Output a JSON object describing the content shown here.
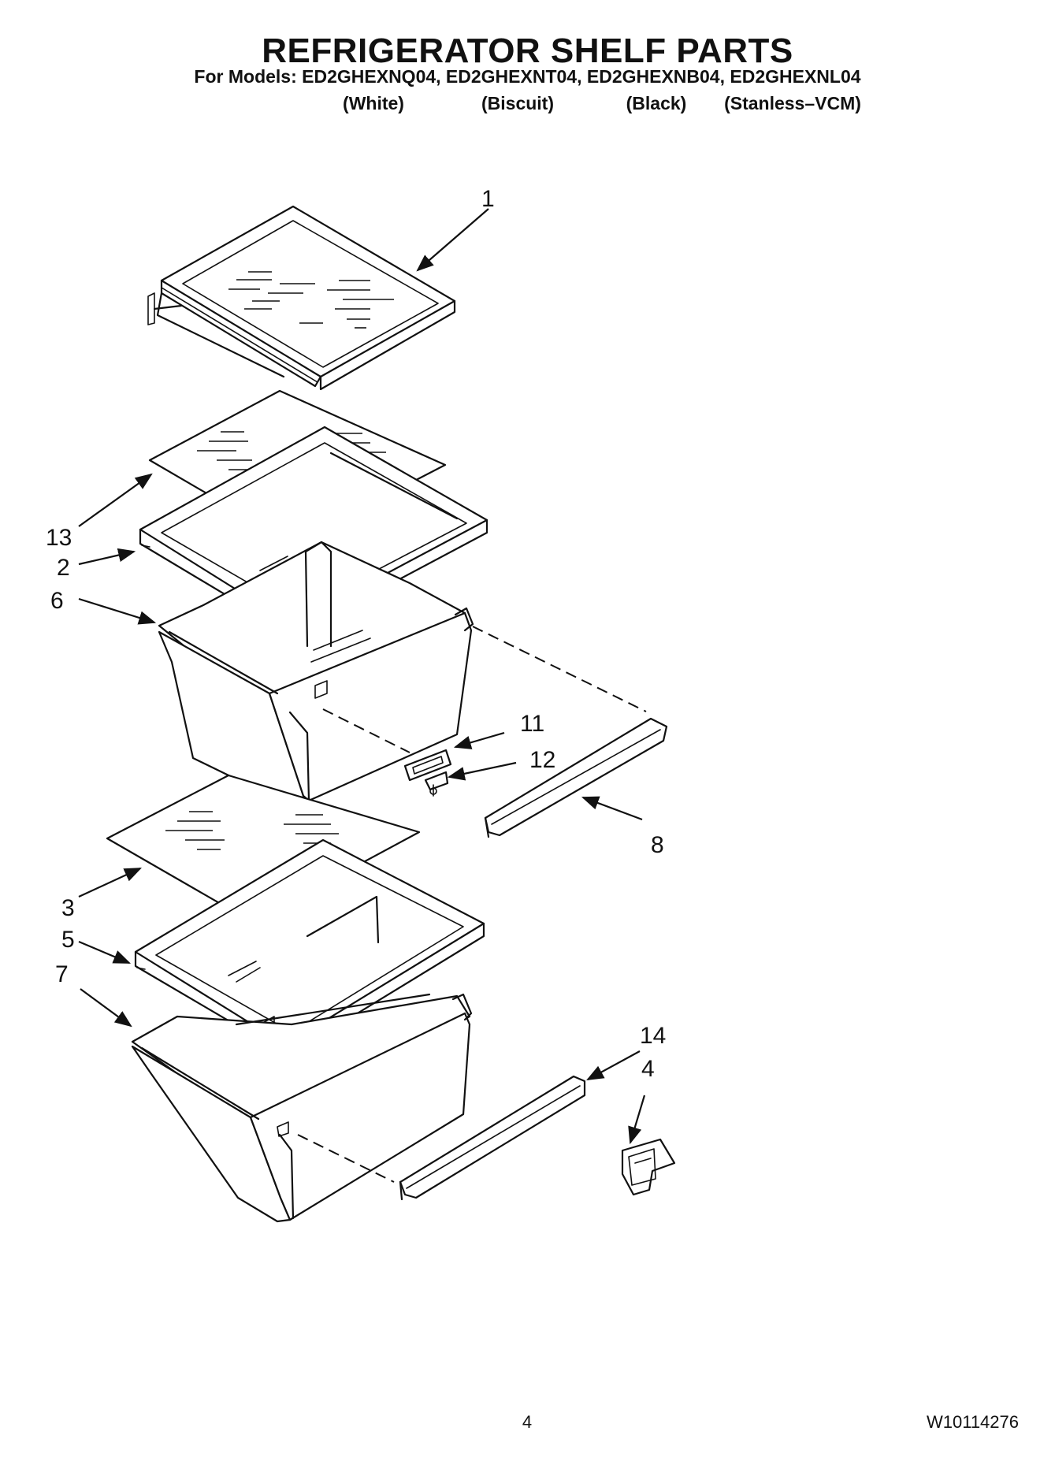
{
  "title": "REFRIGERATOR SHELF PARTS",
  "models_line": "For Models: ED2GHEXNQ04, ED2GHEXNT04, ED2GHEXNB04, ED2GHEXNL04",
  "colors": [
    "(White)",
    "(Biscuit)",
    "(Black)",
    "(Stanless–VCM)"
  ],
  "callouts": {
    "c1": "1",
    "c13": "13",
    "c2": "2",
    "c6": "6",
    "c11": "11",
    "c12": "12",
    "c8": "8",
    "c3": "3",
    "c5": "5",
    "c7": "7",
    "c14": "14",
    "c4": "4"
  },
  "page_number": "4",
  "doc_number": "W10114276"
}
